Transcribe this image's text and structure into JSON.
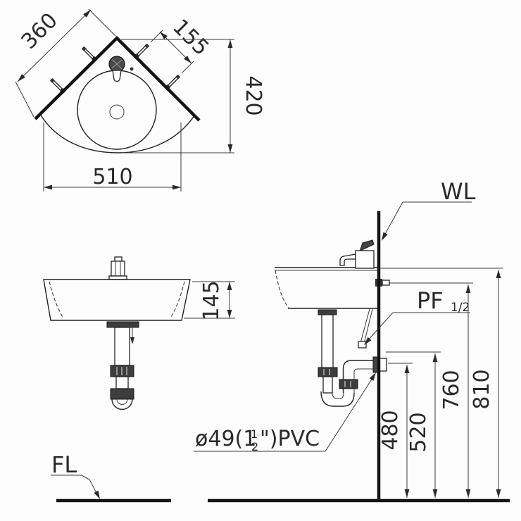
{
  "drawing_title": "corner-wash-basin-installation-drawing",
  "top_view": {
    "dim_left_diagonal": "360",
    "dim_right_diagonal": "155",
    "dim_height": "420",
    "dim_width": "510"
  },
  "front_view": {
    "dim_basin_depth": "145",
    "floor_line_label": "FL"
  },
  "side_view": {
    "wall_line_label": "WL",
    "supply_label": "PF",
    "supply_fraction": "1/2",
    "drain_note_start": "ø49(1",
    "drain_note_frac_top": "1",
    "drain_note_frac_bottom": "2",
    "drain_note_end": "\")PVC",
    "dim_drain_outlet": "480",
    "dim_trap_inlet": "520",
    "dim_supply_height": "760",
    "dim_rim_height": "810"
  }
}
